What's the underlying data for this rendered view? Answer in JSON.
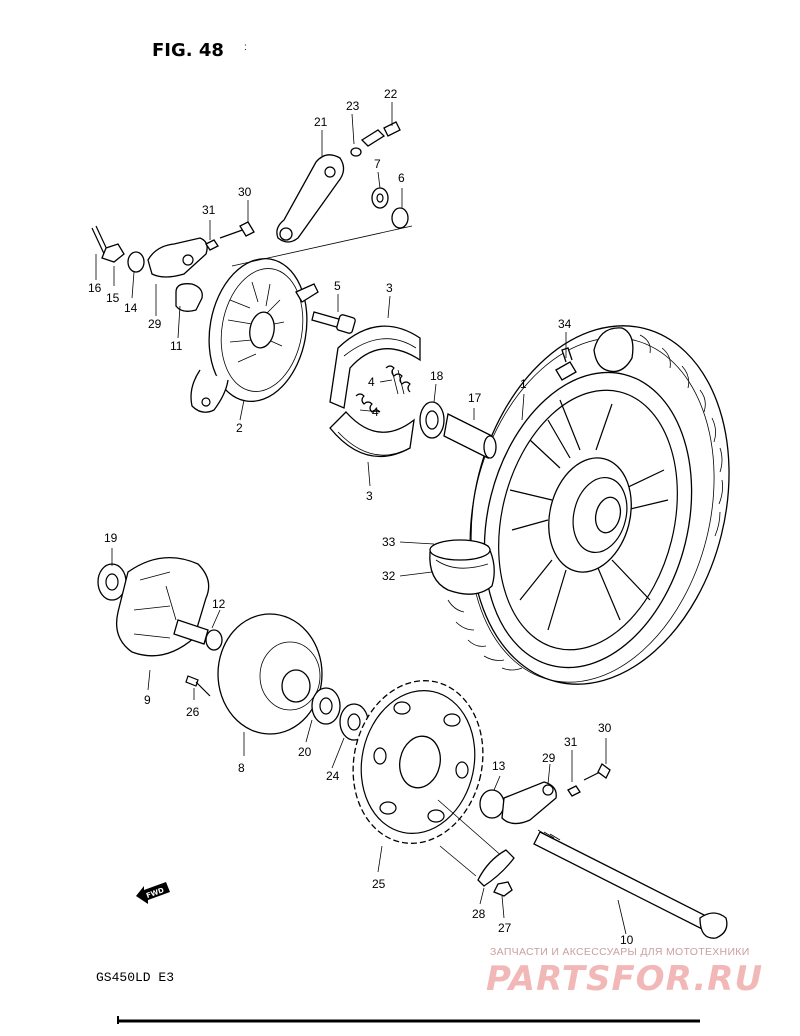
{
  "figure": {
    "title": "FIG. 48",
    "model_code": "GS450LD  E3",
    "fwd_label": "FWD"
  },
  "watermark": {
    "caption": "ЗАПЧАСТИ И АКСЕССУАРЫ ДЛЯ МОТОТЕХНИКИ",
    "logo_text": "PARTSFOR.RU"
  },
  "callouts": [
    {
      "id": "c1",
      "label": "1"
    },
    {
      "id": "c2",
      "label": "2"
    },
    {
      "id": "c3a",
      "label": "3"
    },
    {
      "id": "c3b",
      "label": "3"
    },
    {
      "id": "c4a",
      "label": "4"
    },
    {
      "id": "c4b",
      "label": "4"
    },
    {
      "id": "c5",
      "label": "5"
    },
    {
      "id": "c6",
      "label": "6"
    },
    {
      "id": "c7",
      "label": "7"
    },
    {
      "id": "c8",
      "label": "8"
    },
    {
      "id": "c9",
      "label": "9"
    },
    {
      "id": "c10",
      "label": "10"
    },
    {
      "id": "c11",
      "label": "11"
    },
    {
      "id": "c12",
      "label": "12"
    },
    {
      "id": "c13",
      "label": "13"
    },
    {
      "id": "c14",
      "label": "14"
    },
    {
      "id": "c15",
      "label": "15"
    },
    {
      "id": "c16",
      "label": "16"
    },
    {
      "id": "c17",
      "label": "17"
    },
    {
      "id": "c18",
      "label": "18"
    },
    {
      "id": "c19",
      "label": "19"
    },
    {
      "id": "c20",
      "label": "20"
    },
    {
      "id": "c21",
      "label": "21"
    },
    {
      "id": "c22",
      "label": "22"
    },
    {
      "id": "c23",
      "label": "23"
    },
    {
      "id": "c24",
      "label": "24"
    },
    {
      "id": "c25",
      "label": "25"
    },
    {
      "id": "c26",
      "label": "26"
    },
    {
      "id": "c27",
      "label": "27"
    },
    {
      "id": "c28",
      "label": "28"
    },
    {
      "id": "c29a",
      "label": "29"
    },
    {
      "id": "c29b",
      "label": "29"
    },
    {
      "id": "c30a",
      "label": "30"
    },
    {
      "id": "c30b",
      "label": "30"
    },
    {
      "id": "c31a",
      "label": "31"
    },
    {
      "id": "c31b",
      "label": "31"
    },
    {
      "id": "c32",
      "label": "32"
    },
    {
      "id": "c33",
      "label": "33"
    },
    {
      "id": "c34",
      "label": "34"
    }
  ]
}
